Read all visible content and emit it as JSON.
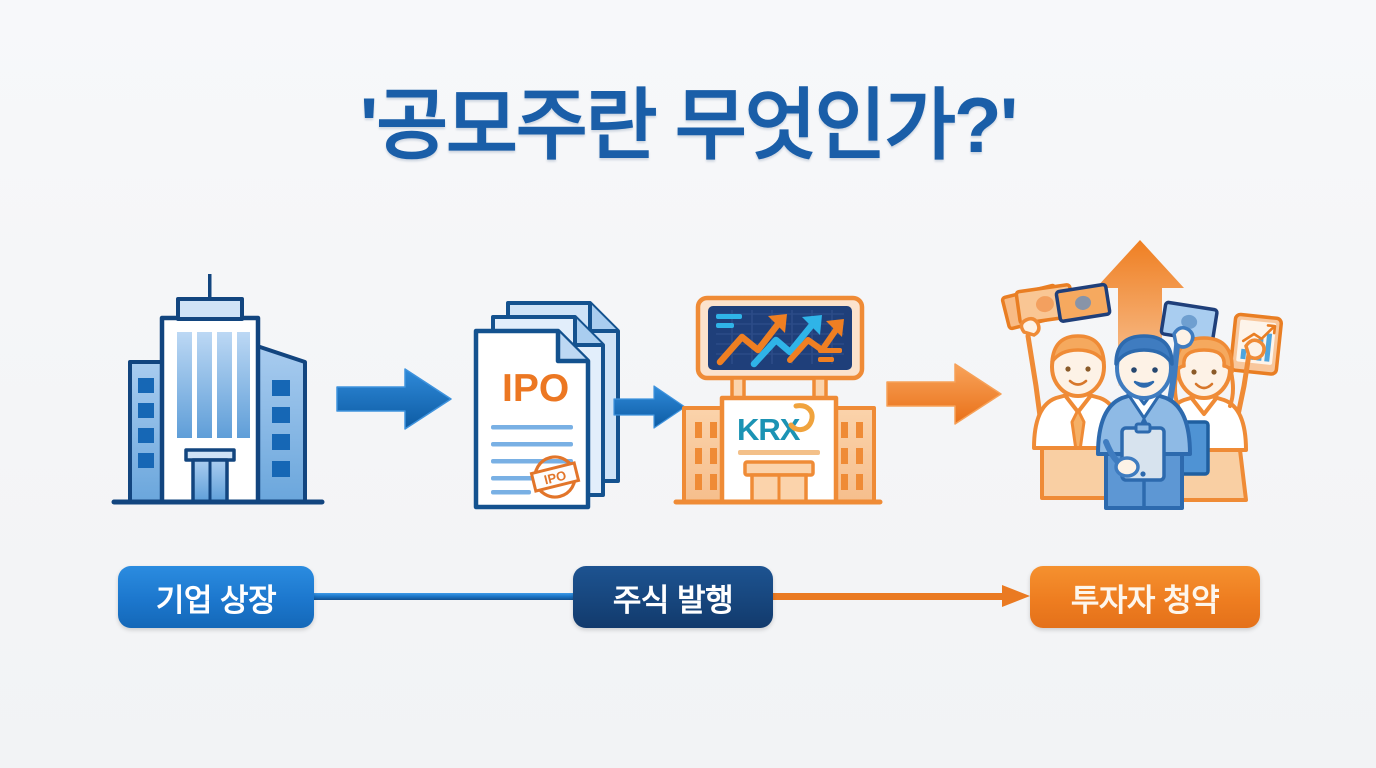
{
  "page": {
    "title": "'공모주란 무엇인가?'",
    "background_color": "#f5f6f8",
    "title_color": "#1a5ea8"
  },
  "palette": {
    "brand_blue": "#1a5ea8",
    "pill_blue": "#1c77cd",
    "pill_navy": "#17467d",
    "pill_orange": "#ee7d20",
    "accent_orange": "#ef7f22",
    "accent_cyan": "#2fb4e8",
    "light_blue": "#8fbdea",
    "outline_navy": "#12457f"
  },
  "flow": {
    "steps": [
      {
        "id": "corporate-listing",
        "label": "기업 상장",
        "icon": "office-building-icon",
        "pill_color": "#1c77cd"
      },
      {
        "id": "share-issuance",
        "label": "주식 발행",
        "icon": "ipo-documents-icon",
        "pill_color": "#17467d"
      },
      {
        "id": "investor-subscription",
        "label": "투자자 청약",
        "icon": "celebrating-investors-icon",
        "pill_color": "#ee7d20"
      }
    ],
    "arrows": [
      {
        "id": "arrow-building-to-docs",
        "color": "#1a74c6",
        "direction": "right"
      },
      {
        "id": "arrow-docs-to-exchange",
        "color": "#1a74c6",
        "direction": "right"
      },
      {
        "id": "arrow-exchange-to-investors",
        "color": "#ef7f22",
        "direction": "right"
      }
    ],
    "connectors": [
      {
        "id": "connector-listing-to-issuance",
        "color": "#1a74c6",
        "arrowhead": false
      },
      {
        "id": "connector-issuance-to-subscription",
        "color": "#ea7a22",
        "arrowhead": true
      }
    ]
  },
  "icons": {
    "documents": {
      "heading": "IPO",
      "stamp_text": "IPO",
      "text_line_count": 5,
      "page_count": 3
    },
    "exchange": {
      "logo_text": "KRX",
      "logo_color": "#1b93b4",
      "board_background": "#1f3f7a",
      "board_arrow_colors": [
        "#ef7f22",
        "#2fb4e8"
      ]
    },
    "investors": {
      "person_count": 3,
      "banknote_count": 3,
      "up_arrow_color": "#ef7f22",
      "tablet_chart": "bar-chart-with-up-arrow"
    },
    "building": {
      "tower_window_columns": 4,
      "left_wing_windows": 4,
      "right_wing_windows": 4
    }
  }
}
